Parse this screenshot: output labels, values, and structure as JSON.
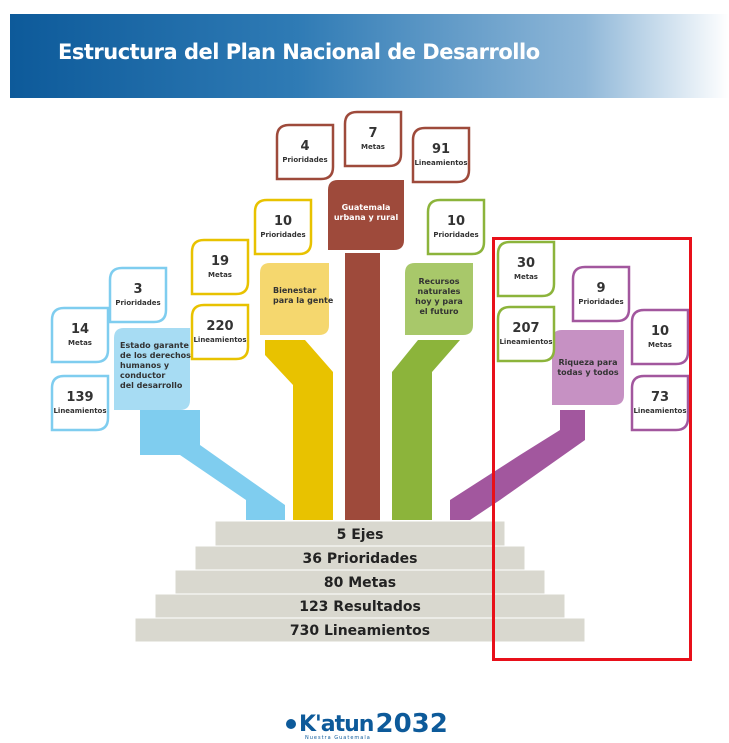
{
  "header": {
    "title": "Estructura del Plan Nacional de Desarrollo"
  },
  "axes": [
    {
      "id": "bienestar",
      "label_lines": [
        "Bienestar",
        "para la gente"
      ],
      "color": "#e8c200",
      "boxes": [
        {
          "num": "10",
          "lbl": "Prioridades"
        },
        {
          "num": "19",
          "lbl": "Metas"
        },
        {
          "num": "220",
          "lbl": "Lineamientos"
        }
      ]
    },
    {
      "id": "guatemala",
      "label_lines": [
        "Guatemala",
        "urbana y rural"
      ],
      "color": "#9e4a3b",
      "boxes": [
        {
          "num": "4",
          "lbl": "Prioridades"
        },
        {
          "num": "7",
          "lbl": "Metas"
        },
        {
          "num": "91",
          "lbl": "Lineamientos"
        }
      ]
    },
    {
      "id": "estado",
      "label_lines": [
        "Estado garante",
        "de los derechos",
        "humanos y",
        "conductor",
        "del desarrollo"
      ],
      "color": "#7fcdef",
      "boxes": [
        {
          "num": "3",
          "lbl": "Prioridades"
        },
        {
          "num": "14",
          "lbl": "Metas"
        },
        {
          "num": "139",
          "lbl": "Lineamientos"
        }
      ]
    },
    {
      "id": "recursos",
      "label_lines": [
        "Recursos",
        "naturales",
        "hoy y para",
        "el futuro"
      ],
      "color": "#8cb43b",
      "boxes": [
        {
          "num": "10",
          "lbl": "Prioridades"
        },
        {
          "num": "30",
          "lbl": "Metas"
        },
        {
          "num": "207",
          "lbl": "Lineamientos"
        }
      ]
    },
    {
      "id": "riqueza",
      "label_lines": [
        "Riqueza para",
        "todas y todos"
      ],
      "color": "#a2579e",
      "boxes": [
        {
          "num": "9",
          "lbl": "Prioridades"
        },
        {
          "num": "10",
          "lbl": "Metas"
        },
        {
          "num": "73",
          "lbl": "Lineamientos"
        }
      ]
    }
  ],
  "steps": [
    "5 Ejes",
    "36 Prioridades",
    "80 Metas",
    "123 Resultados",
    "730 Lineamientos"
  ],
  "logo": {
    "brand": "K'atun",
    "year": "2032",
    "tagline": "Nuestra Guatemala"
  },
  "colors": {
    "highlight": "#e8101a",
    "header": "#0d5a9a",
    "step": "#d9d8cf"
  }
}
